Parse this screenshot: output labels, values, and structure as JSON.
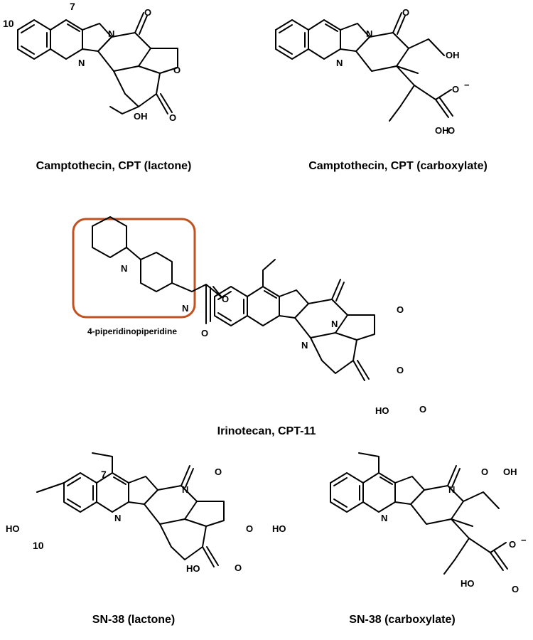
{
  "captions": {
    "cpt_lactone": "Camptothecin, CPT (lactone)",
    "cpt_carboxylate": "Camptothecin, CPT (carboxylate)",
    "irinotecan": "Irinotecan, CPT-11",
    "sn38_lactone": "SN-38 (lactone)",
    "sn38_carboxylate": "SN-38 (carboxylate)"
  },
  "highlight": {
    "label": "4-piperidinopiperidine",
    "color": "#c0521f"
  },
  "atoms": {
    "N": "N",
    "O": "O",
    "OH": "OH",
    "HO": "HO",
    "charge": "−"
  },
  "position_numbers": {
    "seven": "7",
    "ten": "10"
  }
}
